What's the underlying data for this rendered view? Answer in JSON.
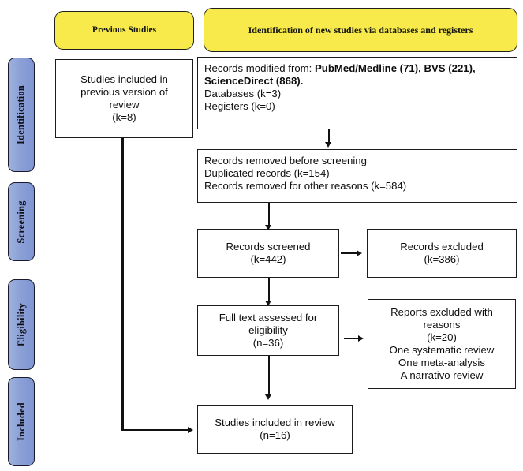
{
  "diagram": {
    "type": "PRISMA 2020 flow diagram",
    "phases": [
      {
        "id": "identification",
        "label": "Identification"
      },
      {
        "id": "screening",
        "label": "Screening"
      },
      {
        "id": "eligibility",
        "label": "Eligibility"
      },
      {
        "id": "included",
        "label": "Included"
      }
    ],
    "banners": {
      "previous": "Previous Studies",
      "identification": "Identification of new studies via databases and registers"
    },
    "boxes": {
      "previous_version": {
        "line1": "Studies included in",
        "line2": "previous version of",
        "line3": "review",
        "line4": "(k=8)",
        "text": "Studies included in\nprevious version of\nreview\n(k=8)"
      },
      "records_identified": {
        "lead": "Records modified from: ",
        "sources_bold": "PubMed/Medline (71), BVS (221), ScienceDirect (868).",
        "databases": "Databases (k=3)",
        "registers": "Registers (k=0)"
      },
      "records_removed": {
        "line1": "Records removed before screening",
        "line2": "Duplicated records (k=154)",
        "line3": "Records removed for other reasons (k=584)",
        "text": "Records removed before screening\nDuplicated records (k=154)\nRecords removed for other reasons (k=584)"
      },
      "records_screened": {
        "line1": "Records screened",
        "line2": "(k=442)",
        "text": "Records screened\n(k=442)"
      },
      "records_excluded": {
        "line1": "Records excluded",
        "line2": "(k=386)",
        "text": "Records excluded\n(k=386)"
      },
      "full_text_assessed": {
        "line1": "Full text assessed for",
        "line2": "eligibility",
        "line3": "(n=36)",
        "text": "Full text assessed for\neligibility\n(n=36)"
      },
      "reports_excluded": {
        "line1": "Reports excluded with",
        "line2": "reasons",
        "line3": "(k=20)",
        "line4": "One systematic review",
        "line5": "One meta-analysis",
        "line6": "A narrativo review",
        "text": "Reports excluded with\nreasons\n(k=20)\nOne systematic review\nOne meta-analysis\nA narrativo review"
      },
      "studies_included": {
        "line1": "Studies included in review",
        "line2": "(n=16)",
        "text": "Studies included in review\n(n=16)"
      }
    },
    "colors": {
      "phase_bar": "#8ca0d7",
      "banner": "#f7ea4a",
      "box_border": "#1c1c1c",
      "connector": "#111111",
      "background": "#ffffff"
    }
  }
}
